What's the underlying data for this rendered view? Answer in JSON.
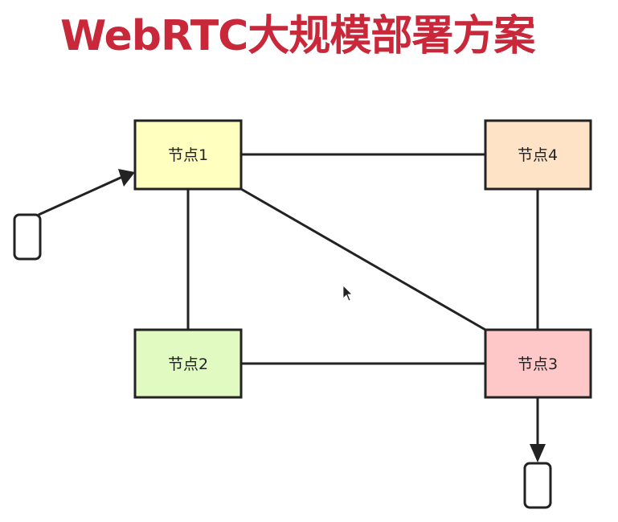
{
  "title": "WebRTC大规模部署方案",
  "nodes": [
    {
      "id": "node1",
      "label": "节点1",
      "color": "#ffffc0"
    },
    {
      "id": "node2",
      "label": "节点2",
      "color": "#e0fac2"
    },
    {
      "id": "node3",
      "label": "节点3",
      "color": "#ffc8c8"
    },
    {
      "id": "node4",
      "label": "节点4",
      "color": "#ffe3c6"
    }
  ],
  "edges": [
    {
      "from": "node1",
      "to": "node4"
    },
    {
      "from": "node1",
      "to": "node2"
    },
    {
      "from": "node1",
      "to": "node3"
    },
    {
      "from": "node4",
      "to": "node3"
    },
    {
      "from": "node2",
      "to": "node3"
    },
    {
      "from": "client-left",
      "to": "node1",
      "arrow": true
    },
    {
      "from": "node3",
      "to": "client-bottom",
      "arrow": true
    }
  ],
  "colors": {
    "title": "#c8283a",
    "stroke": "#222222"
  }
}
